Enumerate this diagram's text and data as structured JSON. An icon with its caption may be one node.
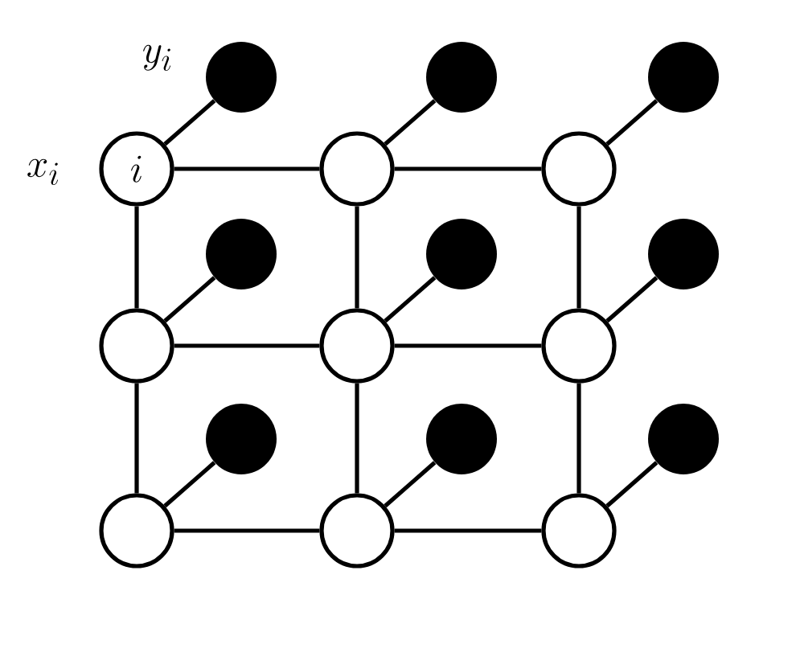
{
  "diagram": {
    "nodes": [
      {
        "text": [
          "i"
        ],
        "beside": [
          "x_i"
        ]
      },
      {
        "text": [],
        "shape": "circle"
      },
      {
        "text": [],
        "shape": "circle"
      },
      {
        "text": [],
        "shape": "circle"
      },
      {
        "text": [],
        "shape": "circle"
      },
      {
        "text": [],
        "shape": "circle"
      },
      {
        "text": [],
        "shape": "circle"
      },
      {
        "text": [],
        "shape": "circle"
      },
      {
        "text": [],
        "shape": "circle"
      },
      {
        "text": [],
        "shape": "circle",
        "beside": [
          "y_i"
        ]
      },
      {
        "text": [],
        "shape": "circle"
      },
      {
        "text": [],
        "shape": "circle"
      },
      {
        "text": [],
        "shape": "circle"
      },
      {
        "text": [],
        "shape": "circle"
      },
      {
        "text": [],
        "shape": "circle"
      },
      {
        "text": [],
        "shape": "circle"
      },
      {
        "text": [],
        "shape": "circle"
      },
      {
        "text": [],
        "shape": "circle"
      }
    ],
    "edges": [
      {
        "from": 0,
        "to": 1,
        "arrow": "none"
      },
      {
        "from": 1,
        "to": 2,
        "arrow": "none"
      },
      {
        "from": 3,
        "to": 4,
        "arrow": "none"
      },
      {
        "from": 4,
        "to": 5,
        "arrow": "none"
      },
      {
        "from": 6,
        "to": 7,
        "arrow": "none"
      },
      {
        "from": 7,
        "to": 8,
        "arrow": "none"
      },
      {
        "from": 0,
        "to": 3,
        "arrow": "none"
      },
      {
        "from": 3,
        "to": 6,
        "arrow": "none"
      },
      {
        "from": 1,
        "to": 4,
        "arrow": "none"
      },
      {
        "from": 4,
        "to": 7,
        "arrow": "none"
      },
      {
        "from": 2,
        "to": 5,
        "arrow": "none"
      },
      {
        "from": 5,
        "to": 8,
        "arrow": "none"
      },
      {
        "from": 0,
        "to": 9,
        "arrow": "none"
      },
      {
        "from": 1,
        "to": 10,
        "arrow": "none"
      },
      {
        "from": 2,
        "to": 11,
        "arrow": "none"
      },
      {
        "from": 3,
        "to": 12,
        "arrow": "none"
      },
      {
        "from": 4,
        "to": 13,
        "arrow": "none"
      },
      {
        "from": 5,
        "to": 14,
        "arrow": "none"
      },
      {
        "from": 6,
        "to": 15,
        "arrow": "none"
      },
      {
        "from": 7,
        "to": 16,
        "arrow": "none"
      },
      {
        "from": 8,
        "to": 17,
        "arrow": "none"
      }
    ]
  }
}
